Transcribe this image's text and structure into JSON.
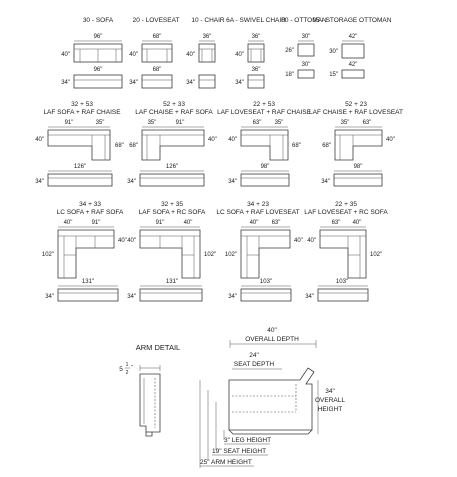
{
  "units": [
    {
      "title": "30 - SOFA",
      "width": "96\"",
      "depth": "40\"",
      "height": "34\"",
      "width2": "96\""
    },
    {
      "title": "20 - LOVESEAT",
      "width": "68\"",
      "depth": "40\"",
      "height": "34\"",
      "width2": "68\""
    },
    {
      "title": "10 - CHAIR",
      "width": "36\"",
      "depth": "40\"",
      "height": "34\"",
      "width2": ""
    },
    {
      "title": "6A - SWIVEL CHAIR",
      "width": "36\"",
      "depth": "40\"",
      "height": "34\"",
      "width2": "36\""
    },
    {
      "title": "00 - OTTOMAN",
      "width": "30\"",
      "depth": "26\"",
      "height": "18\"",
      "width2": "30\""
    },
    {
      "title": "05 - STORAGE OTTOMAN",
      "width": "42\"",
      "depth": "30\"",
      "height": "15\"",
      "width2": "42\""
    }
  ],
  "chaises": [
    {
      "code": "32 + 53",
      "desc": "LAF SOFA + RAF CHAISE",
      "d1": "91\"",
      "d2": "35\"",
      "depth": "40\"",
      "len": "68\"",
      "overall": "126\"",
      "height": "34\""
    },
    {
      "code": "52 + 33",
      "desc": "LAF CHAISE + RAF SOFA",
      "d1": "35\"",
      "d2": "91\"",
      "depth": "40\"",
      "len": "68\"",
      "overall": "126\"",
      "height": "34\""
    },
    {
      "code": "22 + 53",
      "desc": "LAF LOVESEAT + RAF CHAISE",
      "d1": "63\"",
      "d2": "35\"",
      "depth": "40\"",
      "len": "68\"",
      "overall": "98\"",
      "height": "34\""
    },
    {
      "code": "52 + 23",
      "desc": "LAF CHAISE + RAF LOVESEAT",
      "d1": "35\"",
      "d2": "63\"",
      "depth": "40\"",
      "len": "68\"",
      "overall": "98\"",
      "height": "34\""
    }
  ],
  "sectionals": [
    {
      "code": "34 + 33",
      "desc": "LC SOFA + RAF SOFA",
      "d1": "40\"",
      "d2": "91\"",
      "depth": "40\"",
      "len": "102\"",
      "overall": "131\"",
      "height": "34\""
    },
    {
      "code": "32 + 35",
      "desc": "LAF SOFA + RC SOFA",
      "d1": "91\"",
      "d2": "40\"",
      "depth": "40\"",
      "len": "102\"",
      "overall": "131\"",
      "height": "34\""
    },
    {
      "code": "34 + 23",
      "desc": "LC SOFA + RAF LOVESEAT",
      "d1": "40\"",
      "d2": "63\"",
      "depth": "40\"",
      "len": "102\"",
      "overall": "103\"",
      "height": "34\""
    },
    {
      "code": "22 + 35",
      "desc": "LAF LOVESEAT + RC SOFA",
      "d1": "63\"",
      "d2": "40\"",
      "depth": "40\"",
      "len": "102\"",
      "overall": "103\"",
      "height": "34\""
    }
  ],
  "arm": {
    "title": "ARM DETAIL",
    "arm_width_whole": "5",
    "arm_width_num": "1",
    "arm_width_den": "2",
    "arm_width_unit": "\""
  },
  "profile": {
    "overall_depth_value": "40\"",
    "overall_depth_label": "OVERALL DEPTH",
    "seat_depth_value": "24\"",
    "seat_depth_label": "SEAT DEPTH",
    "overall_height_value": "34\"",
    "overall_height_label1": "OVERALL",
    "overall_height_label2": "HEIGHT",
    "leg_height": "3\" LEG HEIGHT",
    "seat_height": "19\" SEAT HEIGHT",
    "arm_height": "25\" ARM HEIGHT"
  }
}
